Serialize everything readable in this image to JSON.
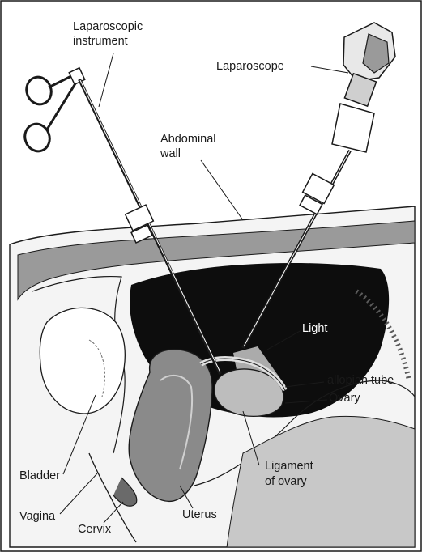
{
  "labels": {
    "laparoscopic_instrument_line1": "Laparoscopic",
    "laparoscopic_instrument_line2": "instrument",
    "laparoscope": "Laparoscope",
    "abdominal_wall_line1": "Abdominal",
    "abdominal_wall_line2": "wall",
    "light": "Light",
    "fallopian_tube": "allopian tube",
    "ovary": "Ovary",
    "ligament_line1": "Ligament",
    "ligament_line2": "of ovary",
    "bladder": "Bladder",
    "vagina": "Vagina",
    "cervix": "Cervix",
    "uterus": "Uterus"
  },
  "colors": {
    "ink": "#1a1a1a",
    "cavity": "#0d0d0d",
    "tissue_shade": "#8a8a8a",
    "light_beam": "#bdbdbd"
  }
}
